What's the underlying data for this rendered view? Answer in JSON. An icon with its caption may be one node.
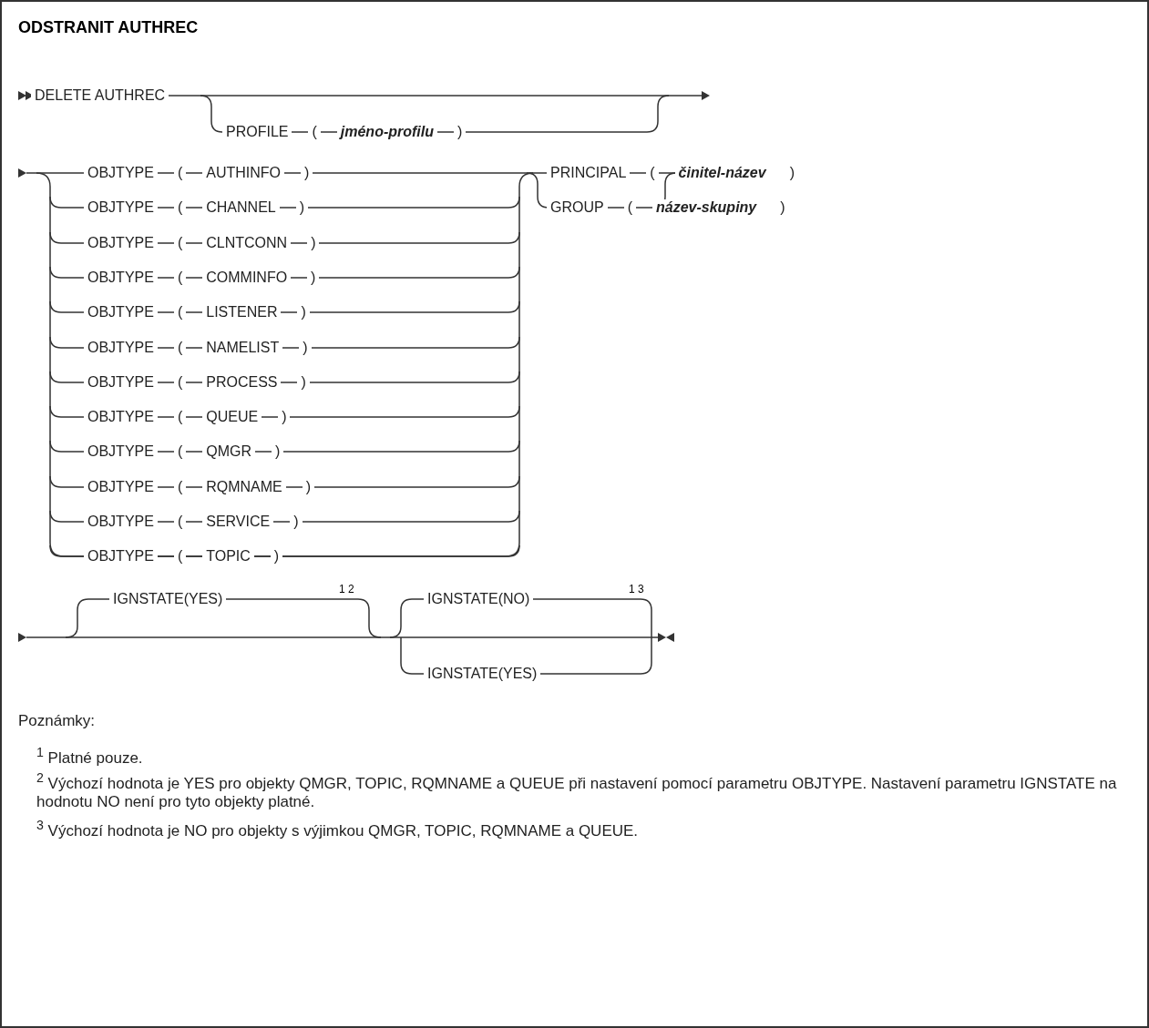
{
  "diagram": {
    "title": "ODSTRANIT AUTHREC",
    "labels": [
      "DELETE AUTHREC",
      "PROFILE",
      "(",
      "jméno-profilu",
      ")",
      "OBJTYPE",
      "(",
      "AUTHINFO",
      ")",
      "OBJTYPE",
      "(",
      "CHANNEL",
      ")",
      "OBJTYPE",
      "(",
      "CLNTCONN",
      ")",
      "OBJTYPE",
      "(",
      "COMMINFO",
      ")",
      "OBJTYPE",
      "(",
      "LISTENER",
      ")",
      "OBJTYPE",
      "(",
      "NAMELIST",
      ")",
      "OBJTYPE",
      "(",
      "PROCESS",
      ")",
      "OBJTYPE",
      "(",
      "QUEUE",
      ")",
      "OBJTYPE",
      "(",
      "QMGR",
      ")",
      "OBJTYPE",
      "(",
      "RQMNAME",
      ")",
      "OBJTYPE",
      "(",
      "SERVICE",
      ")",
      "OBJTYPE",
      "(",
      "TOPIC",
      ")",
      "PRINCIPAL",
      "(",
      "činitel-název",
      ")",
      "GROUP",
      "(",
      "název-skupiny",
      ")",
      "IGNSTATE(YES)",
      "1 2",
      "IGNSTATE(NO)",
      "1 3",
      "IGNSTATE(YES)",
      "Poznámky:",
      "$^{1}$ Platné pouze.",
      "$^{2}$ Výchozí hodnota je YES pro objekty QMGR, TOPIC, RQMNAME a QUEUE při nastavení pomocí parametru OBJTYPE. Nastavení parametru IGNSTATE na hodnotu NO není pro tyto objekty platné.",
      "$^{3}$ Výchozí hodnota je NO pro objekty s výjimkou QMGR, TOPIC, RQMNAME a QUEUE."
    ]
  }
}
